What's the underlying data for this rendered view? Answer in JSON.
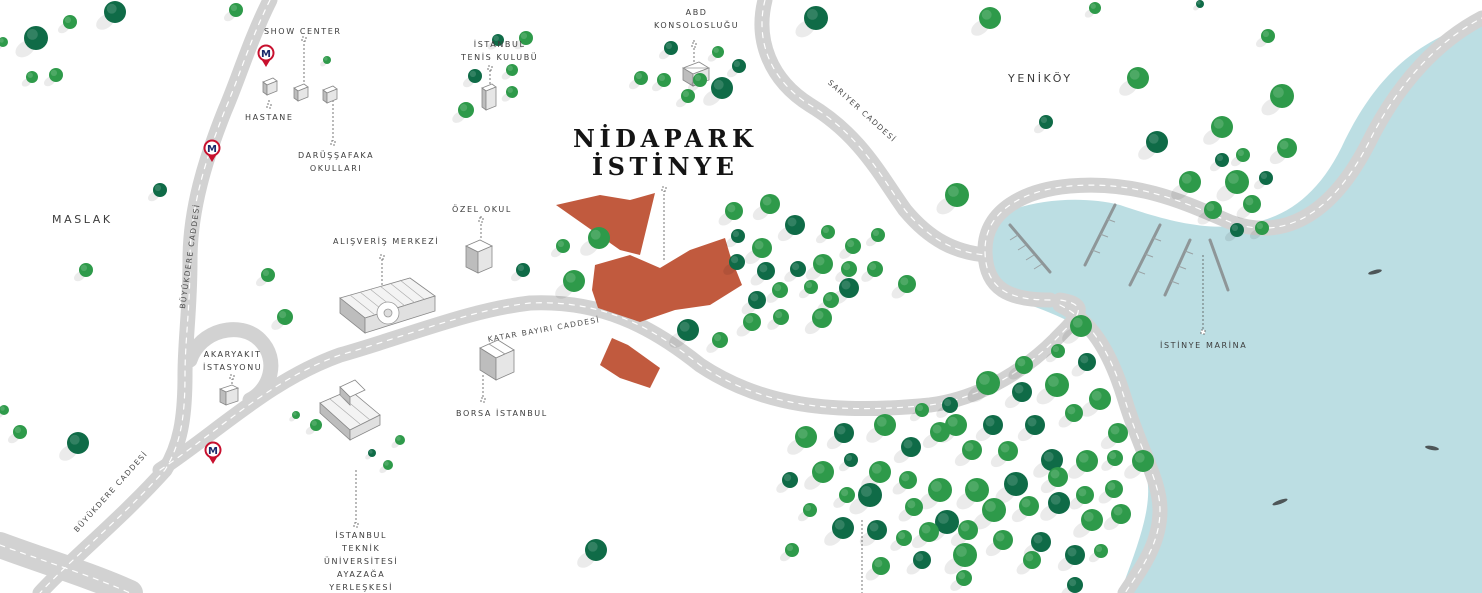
{
  "title": {
    "line1": "NİDAPARK",
    "line2": "İSTİNYE"
  },
  "districts": {
    "maslak": "MASLAK",
    "yenikoy": "YENİKÖY"
  },
  "landmarks": {
    "show_center": "SHOW CENTER",
    "hastane": "HASTANE",
    "darussafaka": "DARÜŞŞAFAKA\nOKULLARI",
    "tenis": "İSTANBUL\nTENİS KULUBÜ",
    "abd": "ABD\nKONSOLOSLUĞU",
    "ozel_okul": "ÖZEL OKUL",
    "avm": "ALIŞVERİŞ MERKEZİ",
    "akaryakit": "AKARYAKIT\nİSTASYONU",
    "borsa": "BORSA İSTANBUL",
    "itu": "İSTANBUL\nTEKNİK\nÜNİVERSİTESİ\nAYAZAĞA\nYERLEŞKESİ",
    "marina": "İSTİNYE MARİNA"
  },
  "roads": {
    "sariyer": "SARIYER CADDESİ",
    "katar": "KATAR BAYIRI CADDESİ",
    "buyukdere_top": "BÜYÜKDERE CADDESİ",
    "buyukdere_bottom": "BÜYÜKDERE CADDESİ"
  },
  "icons": {
    "metro": "metro-icon",
    "tree": "tree-icon",
    "building": "building-icon"
  },
  "colors": {
    "plot": "#c15a3e",
    "water": "#bcdee3",
    "road": "#cfcfcf",
    "tree": "#2e9a4a",
    "tree_dark": "#0f6b47",
    "metro": "#c8102e"
  }
}
